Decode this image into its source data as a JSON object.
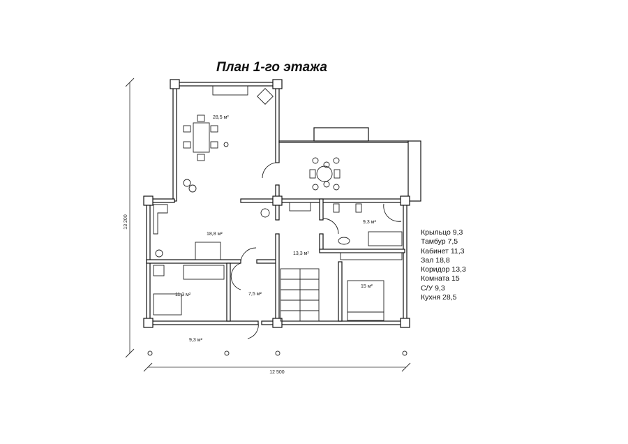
{
  "title": "План 1-го этажа",
  "rooms": {
    "kitchen": "28,5 м²",
    "hall": "18,8 м²",
    "corridor": "13,3 м²",
    "bathroom": "9,3 м²",
    "bedroom": "15 м²",
    "vestibule": "7,5 м²",
    "study": "11,3 м²",
    "porch": "9,3 м²"
  },
  "dimensions": {
    "height": "13 200",
    "width": "12 500"
  },
  "legend": [
    "Крыльцо 9,3",
    "Тамбур 7,5",
    "Кабинет 11,3",
    "Зал 18,8",
    "Коридор 13,3",
    "Комната 15",
    "С/У 9,3",
    "Кухня 28,5"
  ]
}
